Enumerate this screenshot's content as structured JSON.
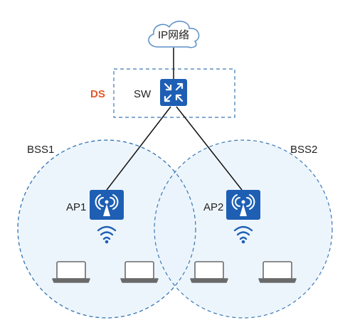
{
  "cloud_label": "IP网络",
  "ds_label": "DS",
  "switch_label": "SW",
  "bss_left_label": "BSS1",
  "bss_right_label": "BSS2",
  "ap_left_label": "AP1",
  "ap_right_label": "AP2",
  "colors": {
    "device_blue": "#1e5fb4",
    "dashed_border": "#3a78b4",
    "bss_fill": "#eaf3fb",
    "ds_label": "#e05a2b",
    "cloud_border": "#5a8fc8",
    "laptop_gray": "#6a6a6a"
  }
}
